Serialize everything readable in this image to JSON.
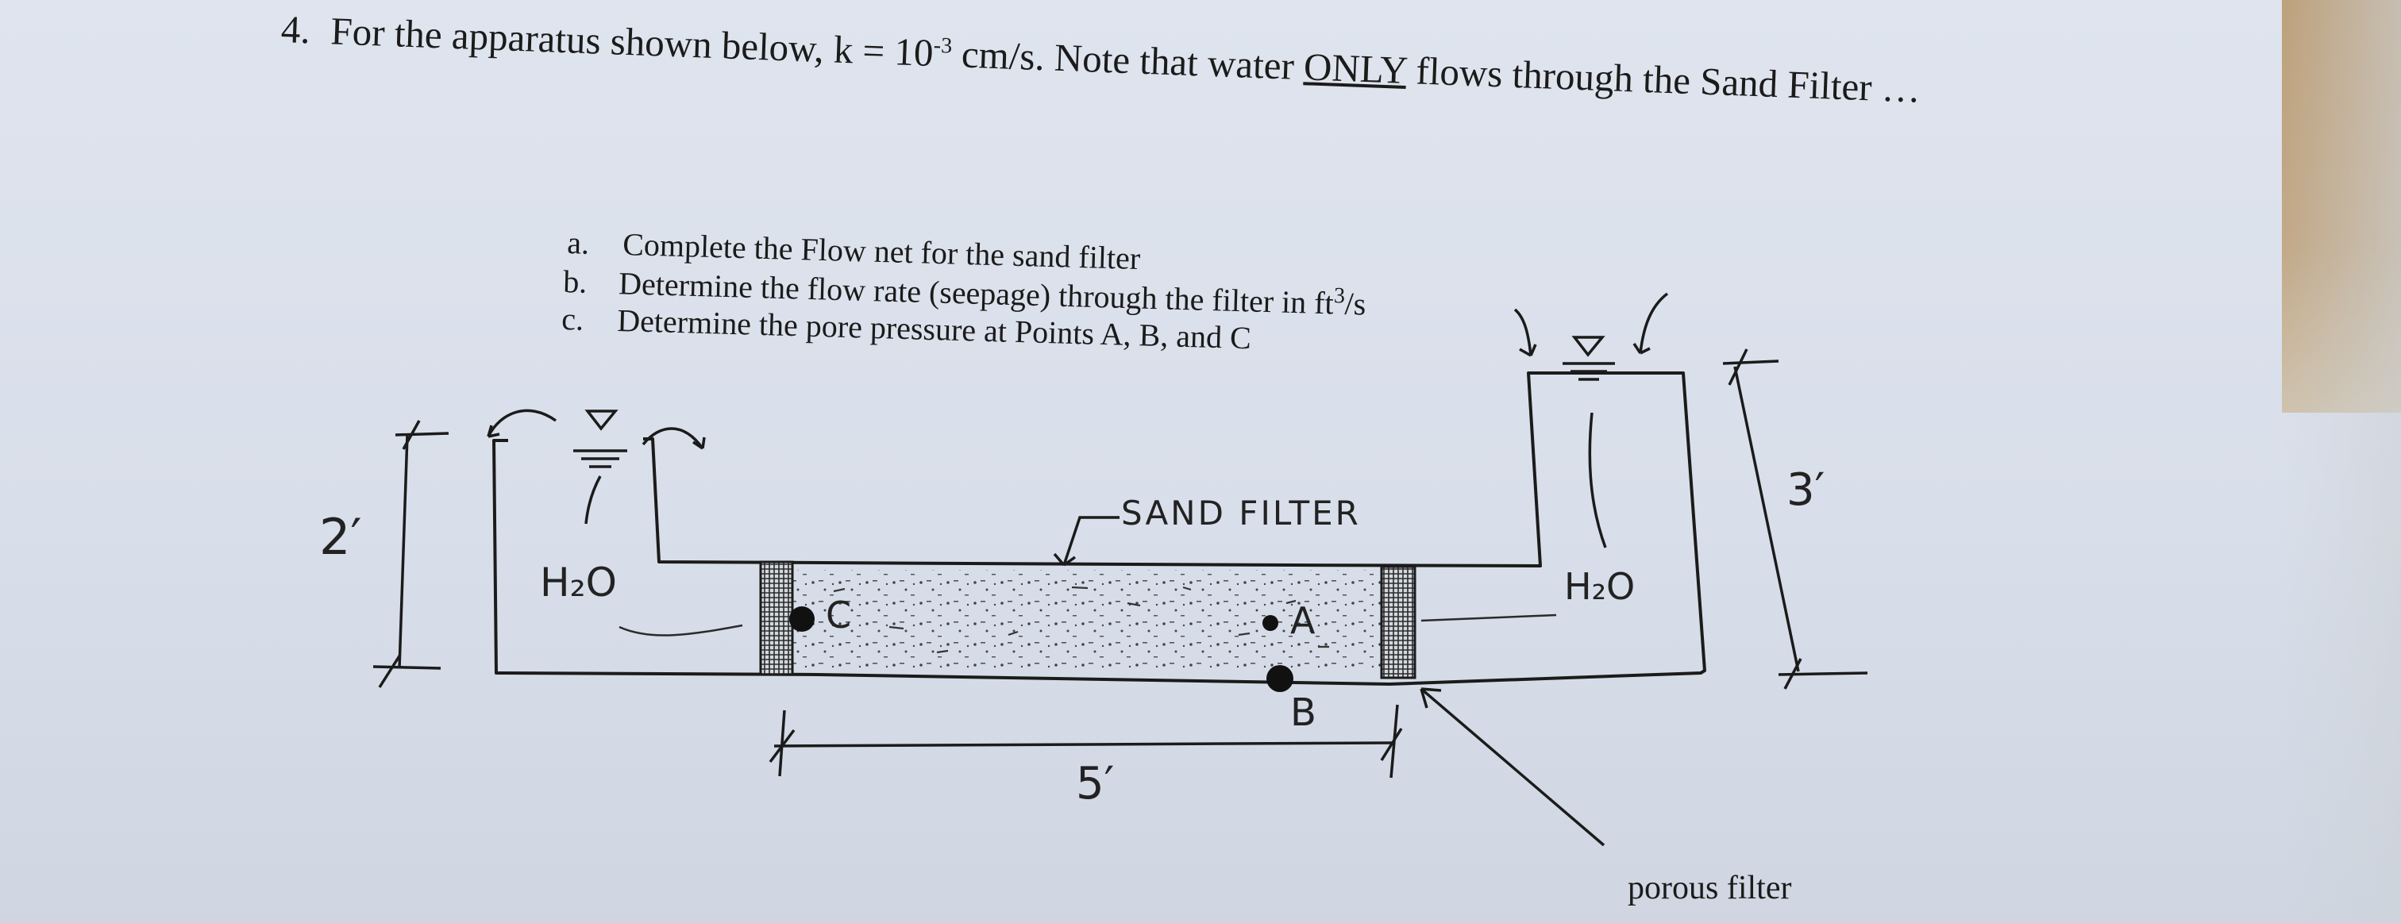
{
  "question": {
    "number": "4.",
    "text_before": "For the apparatus shown below, k = 10",
    "exponent": "-3",
    "text_middle": " cm/s. Note that water ",
    "emphasis": "ONLY",
    "text_after": " flows through the Sand Filter …"
  },
  "parts": [
    {
      "label": "a.",
      "text": "Complete the Flow net for the sand filter"
    },
    {
      "label": "b.",
      "text_before": "Determine the flow rate (seepage) through the filter in ft",
      "exponent": "3",
      "text_after": "/s"
    },
    {
      "label": "c.",
      "text": "Determine the pore pressure at Points A, B, and C"
    }
  ],
  "diagram": {
    "labels": {
      "left_height": "2′",
      "right_height": "3′",
      "base_length": "5′",
      "left_water": "H₂O",
      "right_water": "H₂O",
      "sand_filter": "SAND FILTER",
      "point_a": "A",
      "point_b": "B",
      "point_c": "C",
      "porous_filter": "porous filter"
    }
  },
  "colors": {
    "paper": "#dfe4ee",
    "ink": "#1b1b1b",
    "pencil": "#2a2a2a"
  }
}
